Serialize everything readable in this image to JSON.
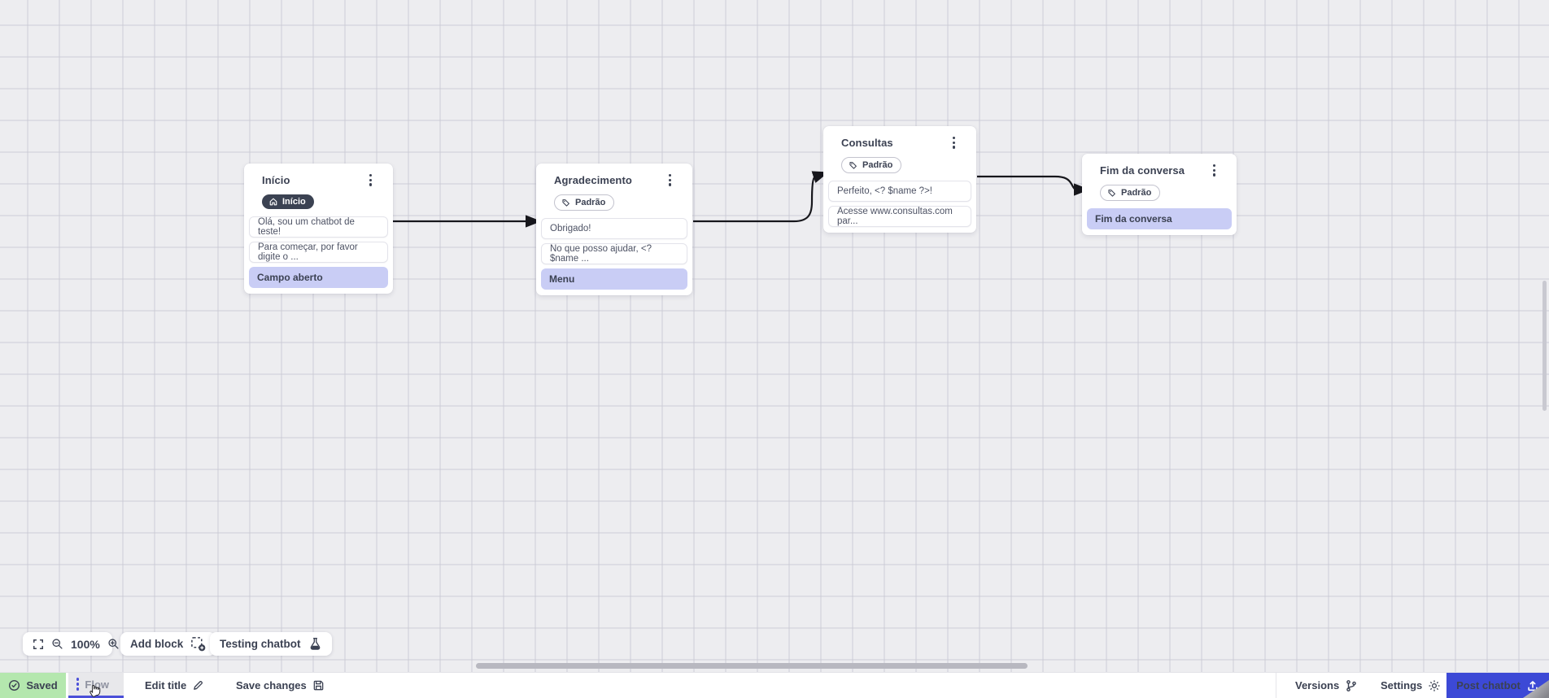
{
  "canvas": {
    "nodes": [
      {
        "title": "Início",
        "badge": {
          "label": "Início",
          "style": "dark",
          "icon": "home-icon"
        },
        "rows": [
          {
            "text": "Olá, sou um chatbot de teste!",
            "kind": "message"
          },
          {
            "text": "Para começar, por favor digite o ...",
            "kind": "message"
          },
          {
            "text": "Campo aberto",
            "kind": "action"
          }
        ]
      },
      {
        "title": "Agradecimento",
        "badge": {
          "label": "Padrão",
          "style": "outline",
          "icon": "tag-icon"
        },
        "rows": [
          {
            "text": "Obrigado!",
            "kind": "message"
          },
          {
            "text": "No que posso ajudar, <? $name ...",
            "kind": "message"
          },
          {
            "text": "Menu",
            "kind": "action"
          }
        ]
      },
      {
        "title": "Consultas",
        "badge": {
          "label": "Padrão",
          "style": "outline",
          "icon": "tag-icon"
        },
        "rows": [
          {
            "text": "Perfeito, <? $name ?>!",
            "kind": "message"
          },
          {
            "text": "Acesse www.consultas.com par...",
            "kind": "message"
          }
        ]
      },
      {
        "title": "Fim da conversa",
        "badge": {
          "label": "Padrão",
          "style": "outline",
          "icon": "tag-icon"
        },
        "rows": [
          {
            "text": "Fim da conversa",
            "kind": "action"
          }
        ]
      }
    ]
  },
  "toolbar": {
    "zoom_level": "100%",
    "add_block": "Add block",
    "testing_chatbot": "Testing chatbot"
  },
  "statusbar": {
    "saved": "Saved",
    "flow_tab": "Flow",
    "edit_title": "Edit title",
    "save_changes": "Save changes",
    "versions": "Versions",
    "settings": "Settings",
    "post_chatbot": "Post chatbot"
  },
  "colors": {
    "accent_indigo": "#4b4fd9",
    "post_button_blue": "#3c49d6",
    "saved_green": "#b4e7ae",
    "dark_badge": "#3b4252",
    "action_row_lavender": "#c9cdf5",
    "canvas_bg": "#ededf0",
    "wire_black": "#17171c"
  }
}
